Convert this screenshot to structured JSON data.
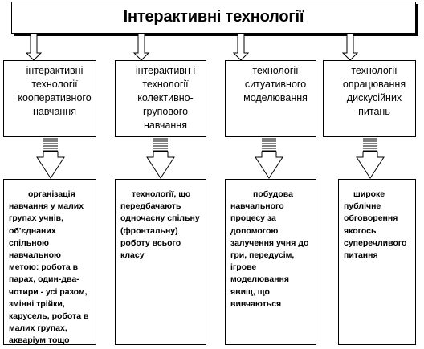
{
  "header": {
    "title": "Інтерактивні технології"
  },
  "categories": [
    {
      "label": "інтерактивні технології кооперативного навчання"
    },
    {
      "label": "інтерактивн і технології колективно-групового навчання"
    },
    {
      "label": "технології ситуативного моделювання"
    },
    {
      "label": "технології опрацювання дискусійних питань"
    }
  ],
  "details": [
    {
      "text": "організація навчання у малих групах учнів, об'єднаних спільною навчальною метою: робота в парах, один-два-чотири - усі разом, змінні трійки, карусель, робота в малих групах, акваріум тощо"
    },
    {
      "text": "технології, що передбачають одночасну спільну (фронтальну) роботу всього класу"
    },
    {
      "text": "побудова навчального процесу за допомогою залучення учня до гри, передусім, ігрове моделювання явищ, що вивчаються"
    },
    {
      "text": "широке публічне обговорення якогось суперечливого питання"
    }
  ]
}
